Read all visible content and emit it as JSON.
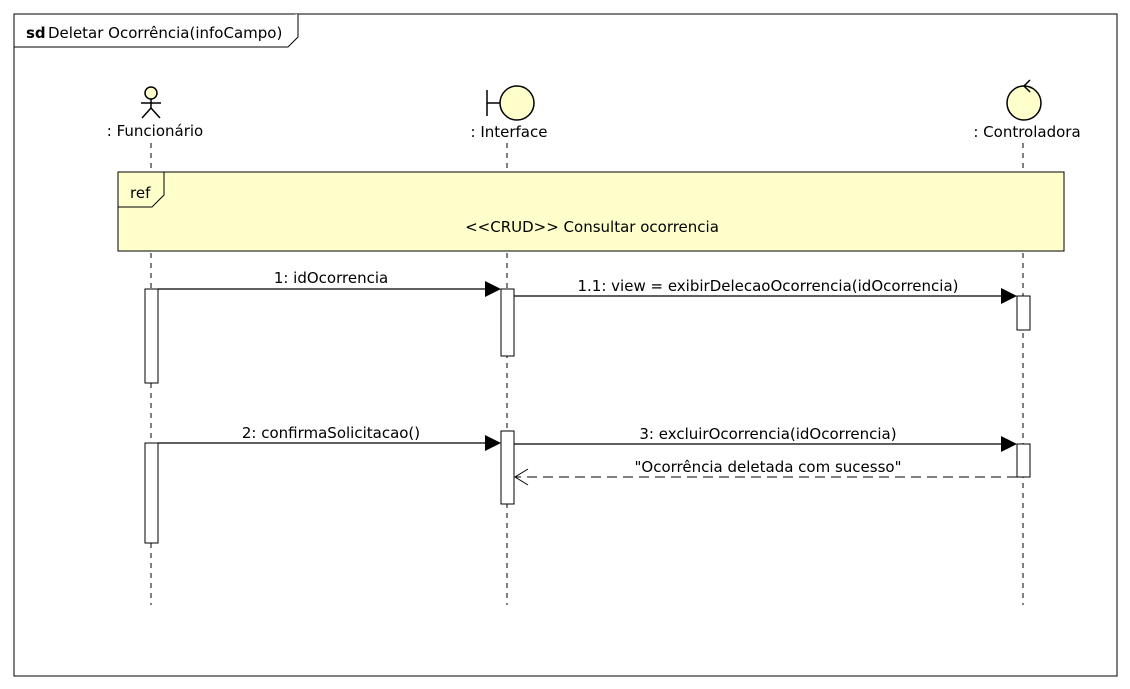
{
  "frame": {
    "keyword": "sd",
    "title": "Deletar Ocorrência(infoCampo)"
  },
  "participants": [
    {
      "id": "funcionario",
      "kind": "actor",
      "label": ": Funcionário"
    },
    {
      "id": "interface",
      "kind": "boundary",
      "label": ": Interface"
    },
    {
      "id": "controladora",
      "kind": "control",
      "label": ": Controladora"
    }
  ],
  "ref_fragment": {
    "keyword": "ref",
    "text": "<<CRUD>> Consultar ocorrencia",
    "fill_color": "#FFFFCC"
  },
  "messages": [
    {
      "id": "m1",
      "label": "1: idOcorrencia",
      "from": "funcionario",
      "to": "interface",
      "type": "sync"
    },
    {
      "id": "m1_1",
      "label": "1.1: view = exibirDelecaoOcorrencia(idOcorrencia)",
      "from": "interface",
      "to": "controladora",
      "type": "sync"
    },
    {
      "id": "m2",
      "label": "2: confirmaSolicitacao()",
      "from": "funcionario",
      "to": "interface",
      "type": "sync"
    },
    {
      "id": "m3",
      "label": "3: excluirOcorrencia(idOcorrencia)",
      "from": "interface",
      "to": "controladora",
      "type": "sync"
    },
    {
      "id": "m3_r",
      "label": "\"Ocorrência deletada com sucesso\"",
      "from": "controladora",
      "to": "interface",
      "type": "reply"
    }
  ],
  "colors": {
    "participant_fill": "#FFFFCC",
    "stroke": "#000000"
  }
}
